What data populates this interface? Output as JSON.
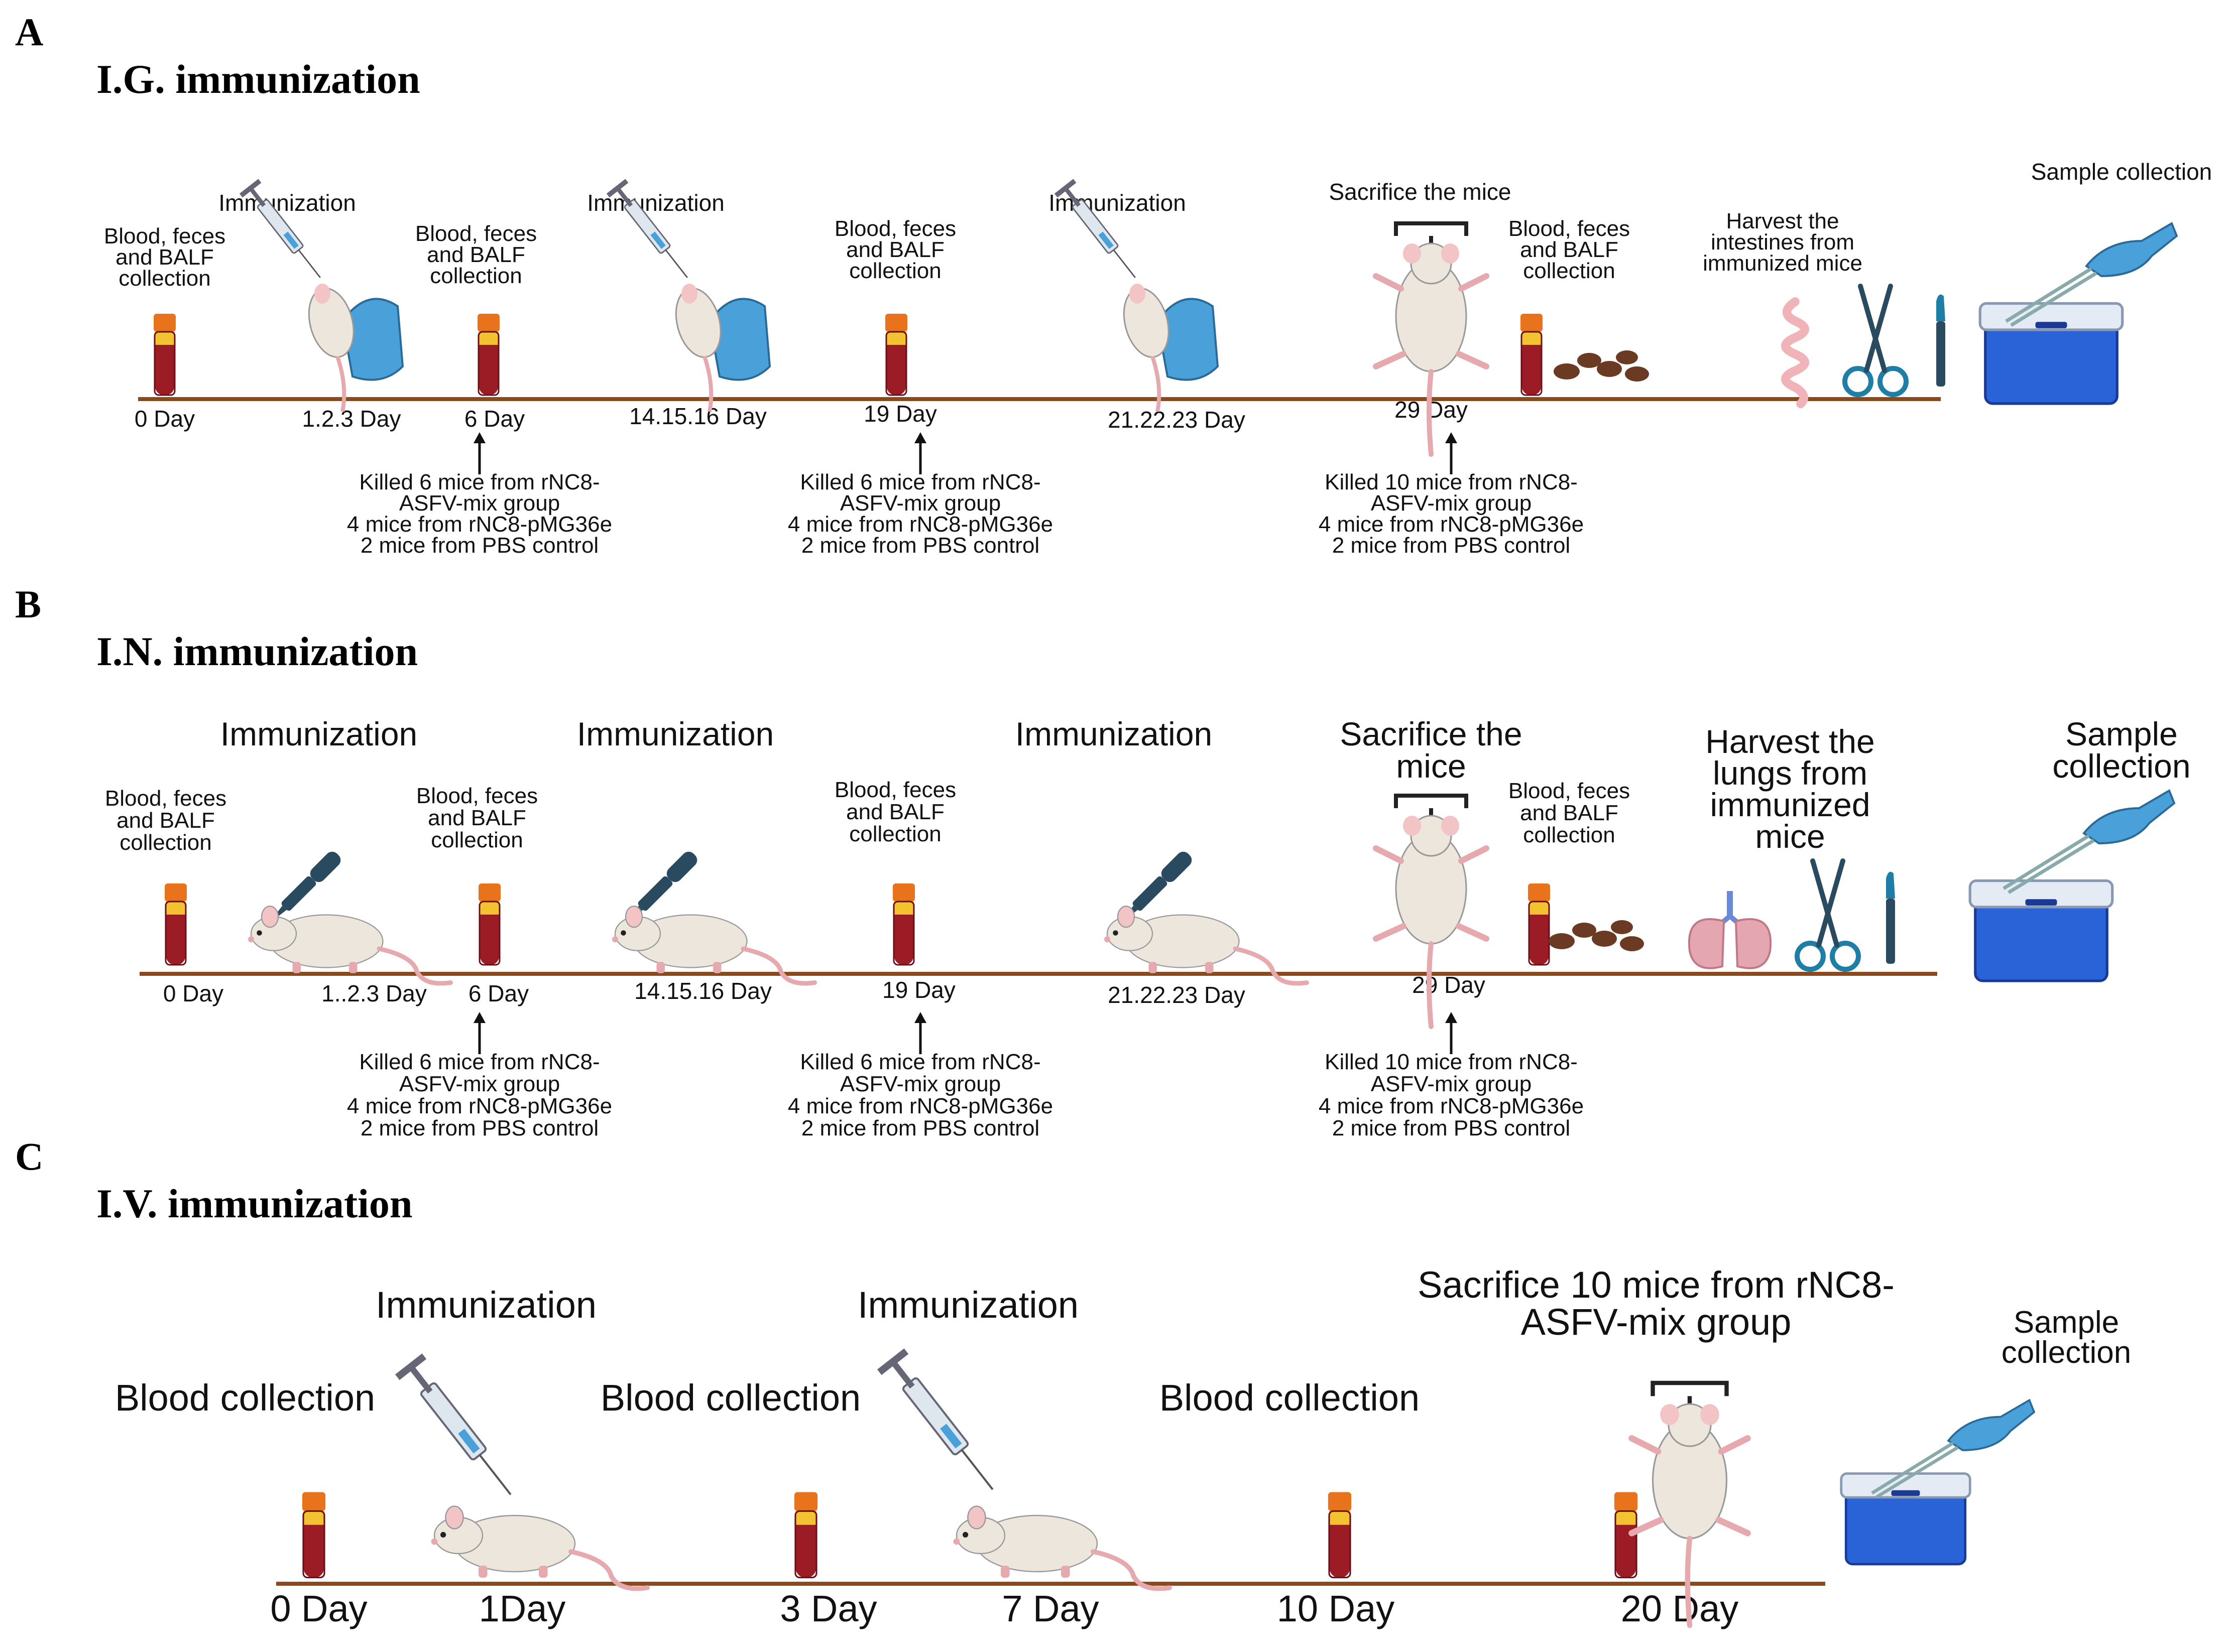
{
  "colors": {
    "timeline": "#8a4a1e",
    "tube_blood": "#9b1c24",
    "tube_cap": "#e8731c",
    "tube_band": "#f2c230",
    "glove": "#4aa0d8",
    "box": "#2a62d8",
    "box_lid": "#e4ebf5",
    "feces": "#6b3a22",
    "mouse": "#ece6dd",
    "tail": "#e5a9ae",
    "dropper": "#2a4a60",
    "lung": "#e4a6b0",
    "intestine": "#f0b4b8",
    "scissors": "#1f7ea6"
  },
  "panels": [
    {
      "letter": "A",
      "title": "I.G. immunization",
      "headings": [
        "Immunization",
        "Immunization",
        "Immunization",
        "Sacrifice the mice",
        "Sample collection"
      ],
      "collections": [
        "Blood, feces\nand BALF\ncollection",
        "Blood, feces\nand BALF\ncollection",
        "Blood, feces\nand BALF\ncollection",
        "Blood, feces\nand BALF\ncollection"
      ],
      "harvest": "Harvest the\nintestines from\nimmunized mice",
      "days": [
        "0 Day",
        "1.2.3 Day",
        "6 Day",
        "14.15.16 Day",
        "19 Day",
        "21.22.23 Day",
        "29 Day"
      ],
      "notes": [
        "Killed 6 mice from rNC8-\nASFV-mix group\n4 mice from rNC8-pMG36e\n2 mice from PBS control",
        "Killed 6 mice from rNC8-\nASFV-mix group\n4 mice from rNC8-pMG36e\n2 mice from PBS control",
        "Killed 10 mice from rNC8-\nASFV-mix group\n4 mice from rNC8-pMG36e\n2 mice from PBS control"
      ],
      "icons": [
        "blood-tube-icon",
        "syringe-hand-mouse-icon",
        "mouse-supine-icon",
        "feces-icon",
        "intestine-icon",
        "scissors-icon",
        "scalpel-icon",
        "gloved-hand-forceps-icon",
        "sample-box-icon"
      ]
    },
    {
      "letter": "B",
      "title": "I.N. immunization",
      "headings": [
        "Immunization",
        "Immunization",
        "Immunization",
        "Sacrifice the\nmice",
        "Sample\ncollection"
      ],
      "collections": [
        "Blood, feces\nand BALF\ncollection",
        "Blood, feces\nand BALF\ncollection",
        "Blood, feces\nand BALF\ncollection",
        "Blood, feces\nand BALF\ncollection"
      ],
      "harvest": "Harvest the\nlungs from\nimmunized\nmice",
      "days": [
        "0 Day",
        "1..2.3 Day",
        "6 Day",
        "14.15.16 Day",
        "19 Day",
        "21.22.23 Day",
        "29 Day"
      ],
      "notes": [
        "Killed 6 mice from rNC8-\nASFV-mix group\n4 mice from rNC8-pMG36e\n2 mice from PBS control",
        "Killed 6 mice from rNC8-\nASFV-mix group\n4 mice from rNC8-pMG36e\n2 mice from PBS control",
        "Killed 10 mice from rNC8-\nASFV-mix group\n4 mice from rNC8-pMG36e\n2 mice from PBS control"
      ],
      "icons": [
        "blood-tube-icon",
        "dropper-icon",
        "mouse-icon",
        "lungs-icon",
        "scissors-icon",
        "scalpel-icon",
        "sample-box-icon"
      ]
    },
    {
      "letter": "C",
      "title": "I.V. immunization",
      "headings": [
        "Immunization",
        "Immunization",
        "Sacrifice 10 mice from rNC8-\nASFV-mix group",
        "Sample\ncollection"
      ],
      "collections": [
        "Blood collection",
        "Blood collection",
        "Blood collection"
      ],
      "days": [
        "0 Day",
        "1Day",
        "3 Day",
        "7 Day",
        "10 Day",
        "20 Day"
      ],
      "icons": [
        "blood-tube-icon",
        "syringe-icon",
        "mouse-icon",
        "mouse-supine-icon",
        "sample-box-icon"
      ]
    }
  ]
}
